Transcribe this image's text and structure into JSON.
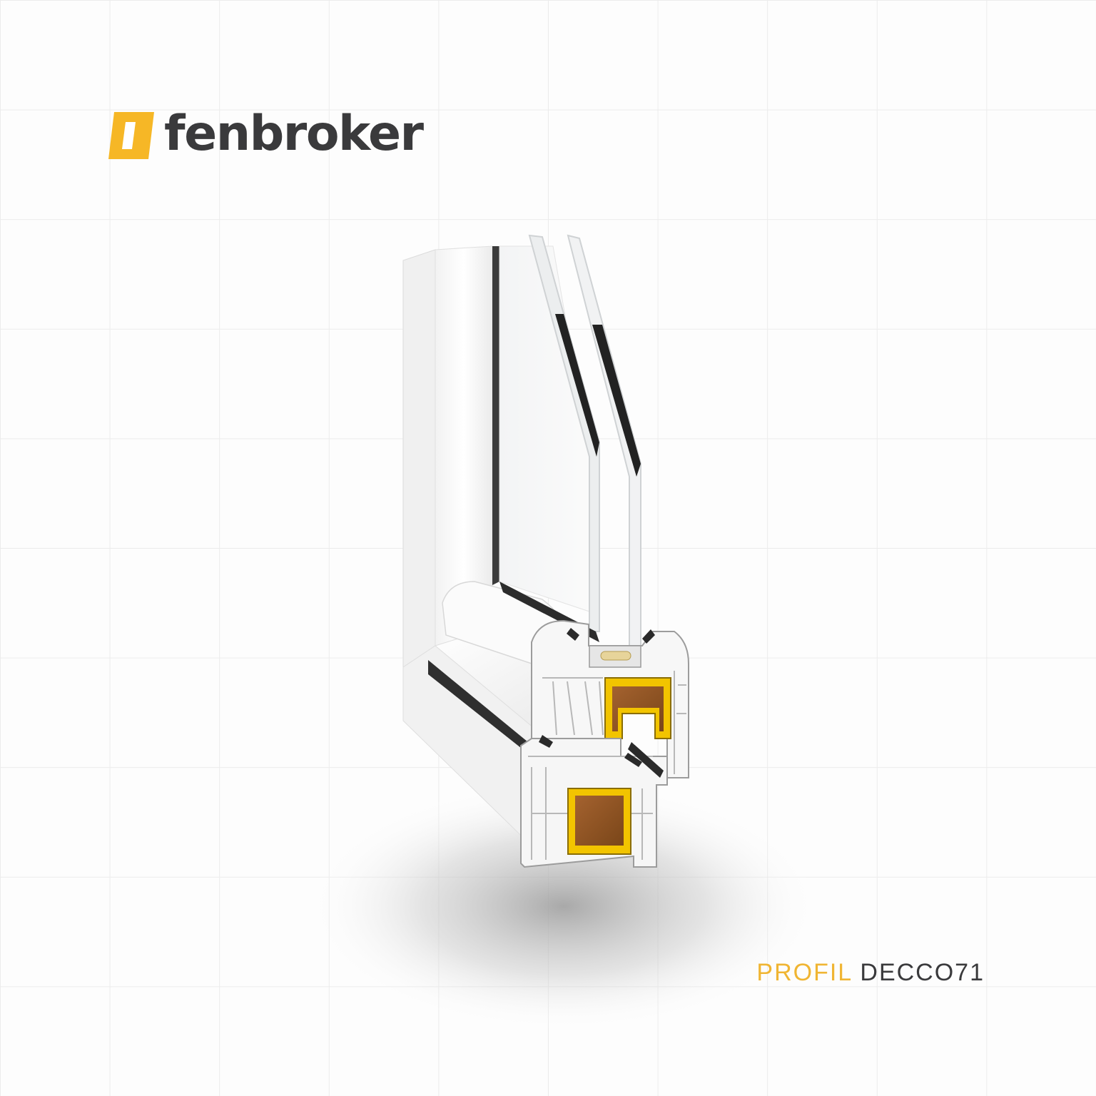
{
  "brand": {
    "name": "fenbroker",
    "icon": "window-logo-icon",
    "accent_color": "#f6b726",
    "text_color": "#3a3a3c"
  },
  "caption": {
    "prefix": "PROFIL",
    "product": "DECCO71",
    "prefix_color": "#f0b533",
    "product_color": "#3a3a3c"
  },
  "illustration": {
    "subject": "window-profile-cross-section-icon",
    "reinforcement_color": "#f2c400"
  }
}
